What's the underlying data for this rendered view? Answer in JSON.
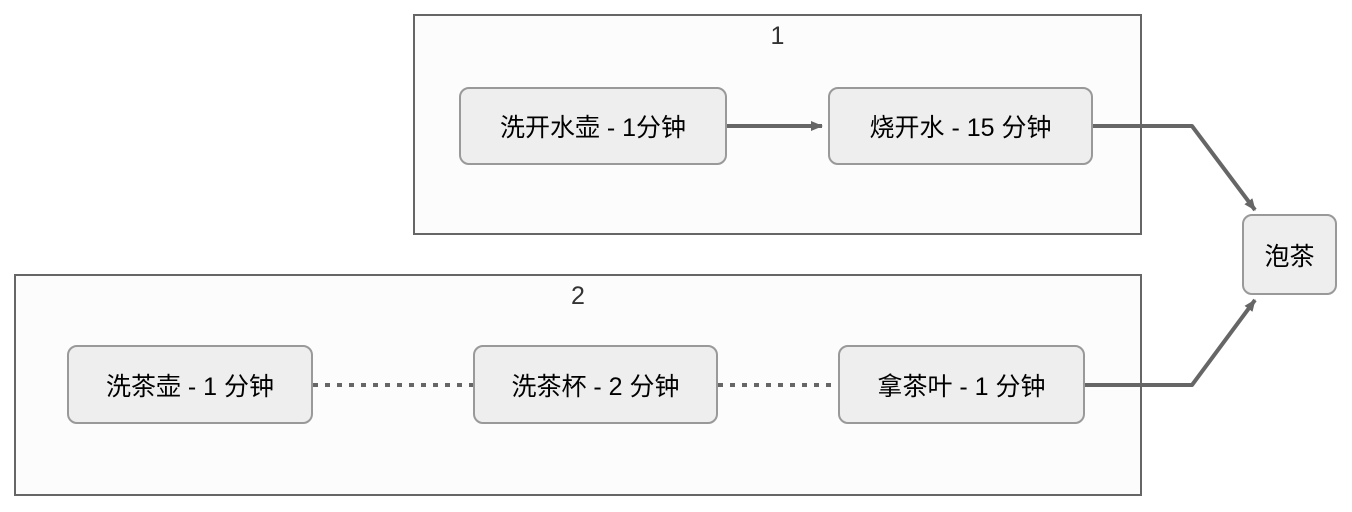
{
  "diagram": {
    "groups": [
      {
        "label": "1",
        "nodes": [
          {
            "label": "洗开水壶 - 1分钟"
          },
          {
            "label": "烧开水 - 15 分钟"
          }
        ]
      },
      {
        "label": "2",
        "nodes": [
          {
            "label": "洗茶壶 - 1 分钟"
          },
          {
            "label": "洗茶杯 - 2 分钟"
          },
          {
            "label": "拿茶叶 - 1 分钟"
          }
        ]
      }
    ],
    "final_node": {
      "label": "泡茶"
    },
    "edges": [
      {
        "from": "洗开水壶 - 1分钟",
        "to": "烧开水 - 15 分钟",
        "style": "solid-arrow"
      },
      {
        "from": "烧开水 - 15 分钟",
        "to": "泡茶",
        "style": "solid-arrow"
      },
      {
        "from": "洗茶壶 - 1 分钟",
        "to": "洗茶杯 - 2 分钟",
        "style": "dotted"
      },
      {
        "from": "洗茶杯 - 2 分钟",
        "to": "拿茶叶 - 1 分钟",
        "style": "dotted"
      },
      {
        "from": "拿茶叶 - 1 分钟",
        "to": "泡茶",
        "style": "solid-arrow"
      }
    ],
    "colors": {
      "node_fill": "#eeeeee",
      "node_border": "#999999",
      "group_fill": "#fcfcfc",
      "group_border": "#666666",
      "edge": "#666666",
      "text": "#000000"
    }
  }
}
